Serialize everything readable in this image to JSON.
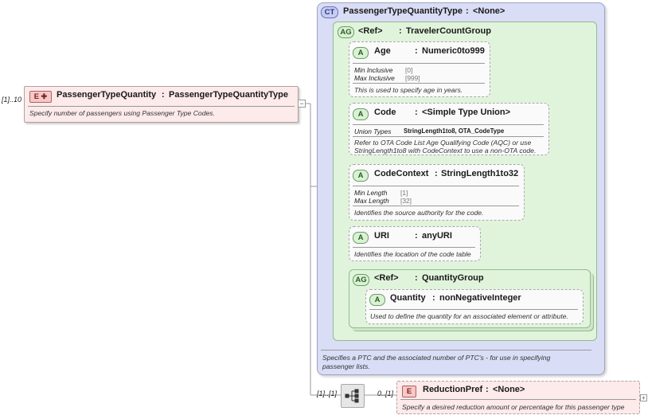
{
  "root": {
    "occurrence": "[1]..10",
    "badge": "E",
    "name": "PassengerTypeQuantity",
    "sep": ":",
    "type": "PassengerTypeQuantityType",
    "doc": "Specify number of passengers using Passenger Type Codes."
  },
  "complex_type": {
    "badge": "CT",
    "name": "PassengerTypeQuantityType",
    "sep": ":",
    "type": "<None>",
    "doc_line1": "Specifies a PTC and the associated number of PTC's - for use in specifying",
    "doc_line2": "passenger lists."
  },
  "traveler_group": {
    "badge": "AG",
    "ref": "<Ref>",
    "sep": ":",
    "type": "TravelerCountGroup"
  },
  "attributes": {
    "age": {
      "badge": "A",
      "name": "Age",
      "sep": ":",
      "type": "Numeric0to999",
      "min_label": "Min Inclusive",
      "min_value": "[0]",
      "max_label": "Max Inclusive",
      "max_value": "[999]",
      "doc": "This is used to specify age in years."
    },
    "code": {
      "badge": "A",
      "name": "Code",
      "sep": ":",
      "type": "<Simple Type Union>",
      "union_label": "Union Types",
      "union_value": "StringLength1to8, OTA_CodeType",
      "doc_line1": "Refer to OTA Code List Age Qualifying Code (AQC) or use",
      "doc_line2": "StringLength1to8 with CodeContext to use a non-OTA code."
    },
    "code_context": {
      "badge": "A",
      "name": "CodeContext",
      "sep": ":",
      "type": "StringLength1to32",
      "min_label": "Min Length",
      "min_value": "[1]",
      "max_label": "Max Length",
      "max_value": "[32]",
      "doc": "Identifies the source authority for the code."
    },
    "uri": {
      "badge": "A",
      "name": "URI",
      "sep": ":",
      "type": "anyURI",
      "doc": "Identifies the location of the code table"
    }
  },
  "quantity_group": {
    "badge": "AG",
    "ref": "<Ref>",
    "sep": ":",
    "type": "QuantityGroup",
    "attribute": {
      "badge": "A",
      "name": "Quantity",
      "sep": ":",
      "type": "nonNegativeInteger",
      "doc": "Used to define the quantity for an associated element or attribute."
    }
  },
  "sequence": {
    "occurrence": "[1]..[1]"
  },
  "reduction": {
    "occurrence": "0..[1]",
    "badge": "E",
    "name": "ReductionPref",
    "sep": ":",
    "type": "<None>",
    "doc": "Specify a desired reduction amount or percentage for this passenger type"
  }
}
